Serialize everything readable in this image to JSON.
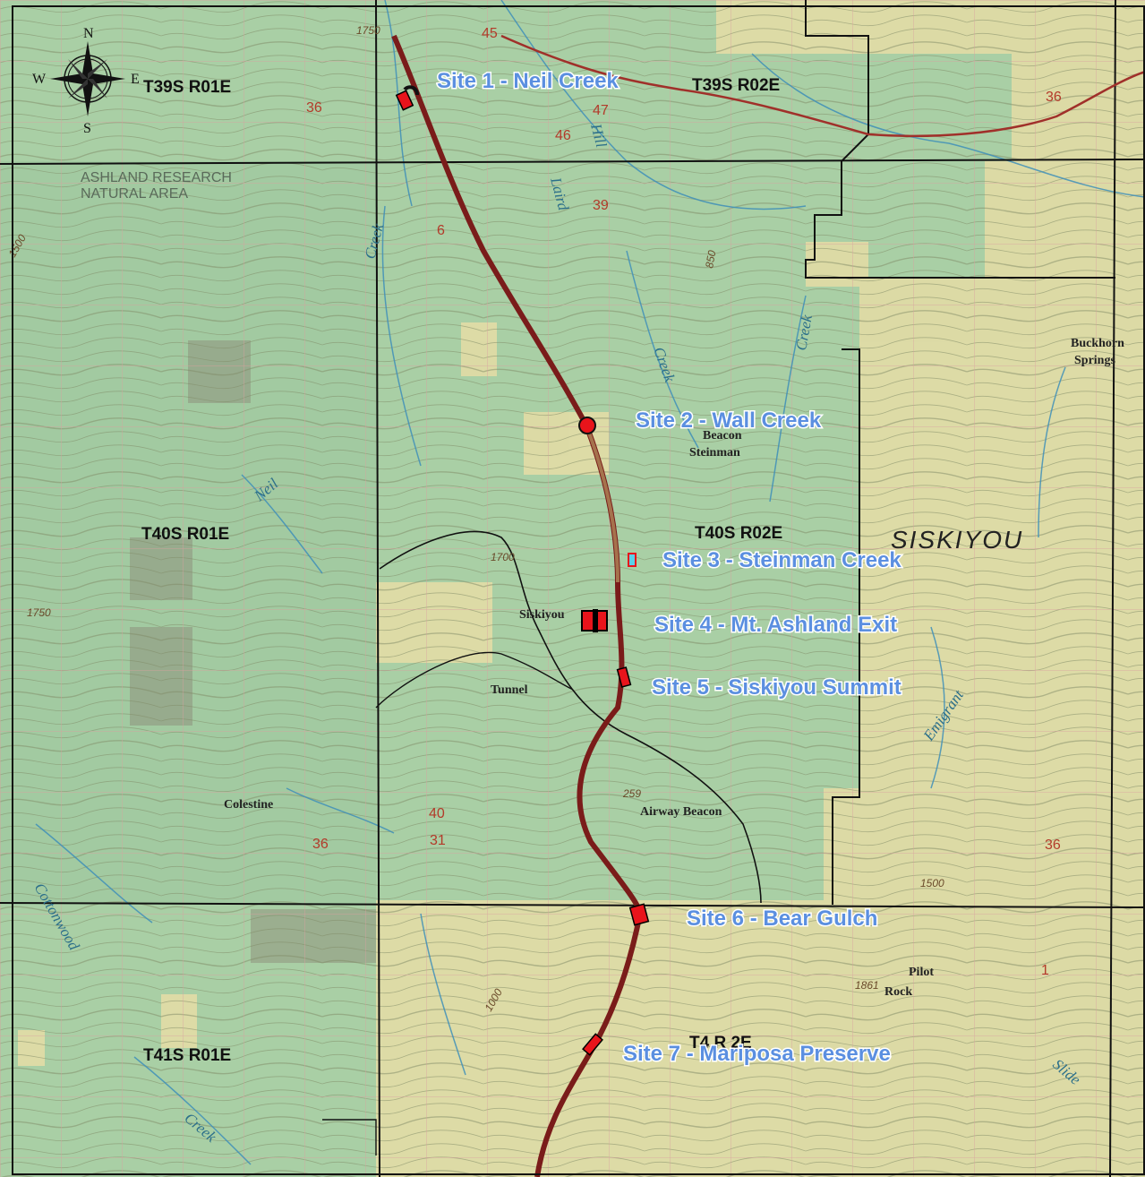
{
  "township_labels": [
    "T39S R01E",
    "T39S R02E",
    "T40S R01E",
    "T40S R02E",
    "T41S R01E",
    "T4  R 2E"
  ],
  "sites": [
    {
      "label": "Site 1 - Neil Creek"
    },
    {
      "label": "Site 2 - Wall Creek"
    },
    {
      "label": "Site 3 - Steinman Creek"
    },
    {
      "label": "Site 4 - Mt. Ashland Exit"
    },
    {
      "label": "Site 5 - Siskiyou Summit"
    },
    {
      "label": "Site 6 -  Bear Gulch"
    },
    {
      "label": "Site 7 - Mariposa Preserve"
    }
  ],
  "places": [
    "Buckhorn",
    "Springs",
    "Steinman",
    "Siskiyou",
    "Tunnel",
    "Airway Beacon",
    "Colestine",
    "Pilot",
    "Rock",
    "Beacon"
  ],
  "waters": [
    "Creek",
    "Creek",
    "Creek",
    "Neil",
    "Emigrant",
    "Slide",
    "Creek",
    "Cottonwood",
    "Laird",
    "Hill"
  ],
  "area_labels": [
    "ASHLAND RESEARCH",
    "NATURAL AREA"
  ],
  "region_name": "SISKIYOU",
  "section_numbers": [
    "45",
    "47",
    "46",
    "36",
    "39",
    "6",
    "36",
    "40",
    "31",
    "36",
    "36",
    "1"
  ],
  "contour_values": [
    "1750",
    "1500",
    "850",
    "1700",
    "1750",
    "1500",
    "259",
    "1000",
    "1861"
  ],
  "compass": {
    "n": "N",
    "s": "S",
    "e": "E",
    "w": "W"
  },
  "colors": {
    "forest_green": "#a9cfa5",
    "open_yellow": "#e2dca6",
    "highway": "#7a1c1a",
    "site_marker": "#e8141b",
    "site_label": "#5b8fe0",
    "township_line": "#111111",
    "section_line": "#d9a0a0"
  }
}
